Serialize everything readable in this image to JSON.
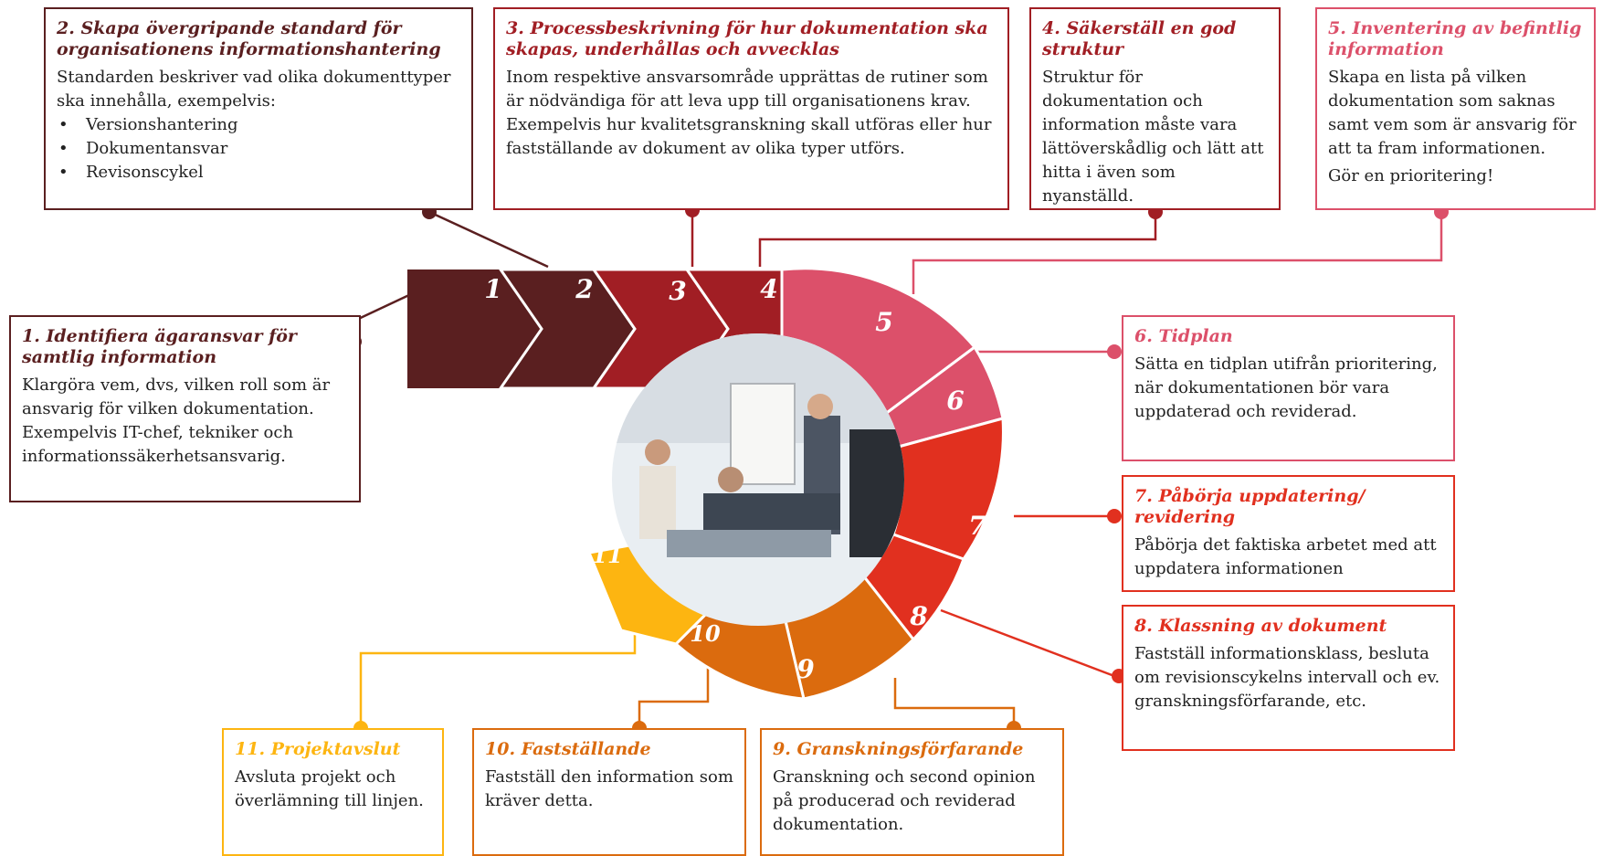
{
  "colors": {
    "s1": "#5a1f20",
    "s2": "#5a1f20",
    "s3": "#a11e24",
    "s4": "#a11e24",
    "s5": "#dc506a",
    "s6": "#dc506a",
    "s7": "#e1301f",
    "s8": "#e1301f",
    "s9": "#db6b0e",
    "s10": "#db6b0e",
    "s11": "#fdb511"
  },
  "steps": [
    {
      "num": "1",
      "title": "1. Identifiera ägaransvar för samtlig information",
      "body": "Klargöra vem, dvs, vilken roll som är ansvarig för vilken dokumentation. Exempelvis IT-chef, tekniker och informationssäkerhetsansvarig."
    },
    {
      "num": "2",
      "title": "2. Skapa övergripande standard för organisationens informationshantering",
      "body": "Standarden beskriver vad olika dokumenttyper ska innehålla, exempelvis:",
      "bullets": [
        "Versionshantering",
        "Dokumentansvar",
        "Revisonscykel"
      ]
    },
    {
      "num": "3",
      "title": "3. Processbeskrivning för hur dokumentation ska skapas, underhållas och avvecklas",
      "body": "Inom respektive ansvarsområde upprättas de rutiner som är nödvändiga för att leva upp till organisationens krav. Exempelvis hur kvalitetsgranskning skall utföras eller hur fastställande av dokument av olika typer utförs."
    },
    {
      "num": "4",
      "title": "4. Säkerställ en god struktur",
      "body": "Struktur för dokumentation och information måste vara lättöverskådlig och lätt att hitta i även som nyanställd."
    },
    {
      "num": "5",
      "title": "5. Inventering av befintlig information",
      "body": "Skapa en lista på vilken dokumentation som saknas samt vem som är ansvarig för att ta fram informationen.",
      "body2": "Gör en prioritering!"
    },
    {
      "num": "6",
      "title": "6. Tidplan",
      "body": "Sätta en tidplan utifrån prioritering, när dokumentationen bör vara uppdaterad och reviderad."
    },
    {
      "num": "7",
      "title": "7. Påbörja uppdatering/ revidering",
      "body": "Påbörja det faktiska arbetet med att uppdatera informationen"
    },
    {
      "num": "8",
      "title": "8.  Klassning av dokument",
      "body": "Fastställ  informationsklass, besluta om revisionscykelns intervall och ev. granskningsförfarande, etc."
    },
    {
      "num": "9",
      "title": "9. Granskningsförfarande",
      "body": "Granskning och second opinion på producerad och reviderad dokumentation."
    },
    {
      "num": "10",
      "title": "10. Fastställande",
      "body": "Fastställ den information som kräver detta."
    },
    {
      "num": "11",
      "title": "11. Projektavslut",
      "body": "Avsluta projekt och överlämning till linjen."
    }
  ],
  "photo": {
    "icon": "meeting-presentation-photo"
  }
}
